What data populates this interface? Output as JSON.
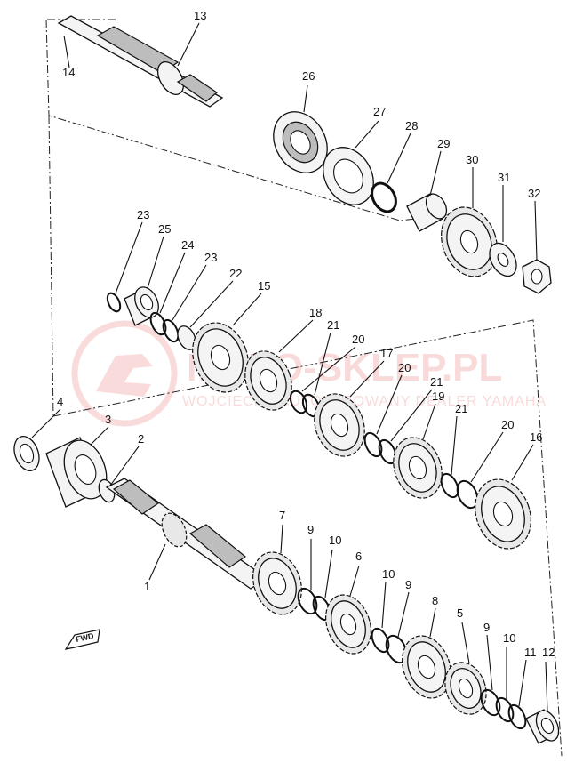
{
  "diagram": {
    "callouts": [
      "1",
      "2",
      "3",
      "4",
      "5",
      "6",
      "7",
      "8",
      "9",
      "9",
      "9",
      "10",
      "10",
      "10",
      "11",
      "12",
      "13",
      "14",
      "15",
      "16",
      "17",
      "18",
      "19",
      "20",
      "20",
      "20",
      "21",
      "21",
      "21",
      "22",
      "23",
      "23",
      "24",
      "25",
      "26",
      "27",
      "28",
      "29",
      "30",
      "31",
      "32"
    ],
    "forward_marker": "FWD",
    "watermark": {
      "brand": "MOTO-SKLEP.PL",
      "subtitle": "WOJCIECH · AUTORYZOWANY DEALER YAMAHA"
    }
  }
}
